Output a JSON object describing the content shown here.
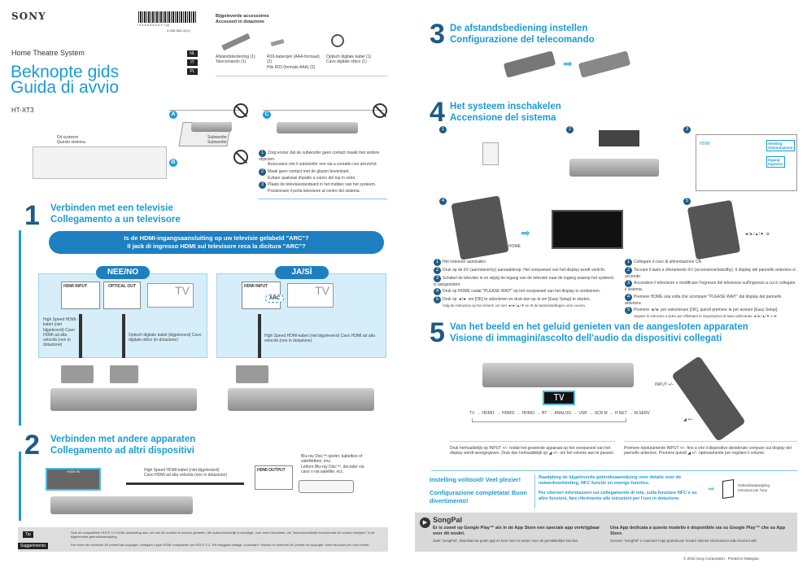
{
  "header": {
    "brand": "SONY",
    "barcode_number": "* 4 5 5 8 5 6 3 4 1 * (1)",
    "part_number": "4-558-563-41(1)",
    "product_type": "Home Theatre System",
    "title_nl": "Beknopte gids",
    "title_it": "Guida di avvio",
    "model": "HT-XT3",
    "languages": [
      "NL",
      "IT",
      "PL"
    ]
  },
  "accessories": {
    "title_nl": "Bijgeleverde accessoires",
    "title_it": "Accessori in dotazione",
    "items": [
      {
        "nl": "Afstandsbediening (1)",
        "it": "Telecomando (1)"
      },
      {
        "nl": "R03-batterijen (AAA-formaat) (2)",
        "it": "Pile R03 (formato AAA) (2)"
      },
      {
        "nl": "Optisch digitale kabel (1)",
        "it": "Cavo digitale ottico (1)"
      }
    ]
  },
  "placement": {
    "label_a": "A",
    "label_b": "B",
    "label_c": "C",
    "system_label": "Dit systeem\nQuesto sistema",
    "subwoofer_label": "Subwoofer\nSubwoofer",
    "notes": [
      {
        "nl": "Zorg ervoor dat de subwoofer geen contact maakt met andere objecten.",
        "it": "Assicurarsi che il subwoofer non sia a contatto con alcunché."
      },
      {
        "nl": "Maak geen contact met de glazen bovenkant.",
        "it": "Evitare qualsiasi impatto a carico del top in vetro."
      },
      {
        "nl": "Plaats de televisiestandaard in het midden van het systeem.",
        "it": "Posizionare il porta televisore al centro del sistema."
      }
    ]
  },
  "section1": {
    "number": "1",
    "title_nl": "Verbinden met een televisie",
    "title_it": "Collegamento a un televisore",
    "question_nl": "Is de HDMI-ingangsaansluiting op uw televisie gelabeld \"ARC\"?",
    "question_it": "Il jack di ingresso HDMI sul televisore reca la dicitura \"ARC\"?",
    "no_label": "NEE/NO",
    "yes_label": "JA/SÌ",
    "hdmi_input": "HDMI INPUT",
    "optical_out": "OPTICAL OUT",
    "tv": "TV",
    "arc": "ARC",
    "hdmi_cable": "High Speed HDMI-kabel (niet bijgeleverd) Cavo HDMI ad alta velocità (non in dotazione)",
    "optical_cable": "Optisch digitale kabel (bijgeleverd) Cavo digitale ottico (in dotazione)"
  },
  "section2": {
    "number": "2",
    "title_nl": "Verbinden met andere apparaten",
    "title_it": "Collegamento ad altri dispositivi",
    "hdmi_cable": "High Speed HDMI-kabel (niet bijgeleverd)\nCavo HDMI ad alta velocità (non in dotazione)",
    "hdmi_output": "HDMI OUTPUT",
    "device_label": "Blu-ray Disc™-speler, kabelbox of satellietbox, enz.\nLettore Blu-ray Disc™, decoder via cavo o via satellite, ecc.",
    "hdmi_in": "HDMI IN"
  },
  "tip": {
    "tip_label": "Tip",
    "tip_text": "Sluit de compatibele HDCP 2.2 HDMI-aansluiting aan, om van 4K-content te kunnen genieten, die auteursrechtelijk is beveiligd. Voor meer informatie, zie \"Auteursrechtelijk beschermde 4K-content bekijken\" in de bijgeleverde gebruiksaanwijzing.",
    "sugg_label": "Suggerimento",
    "sugg_text": "Per fruire dei contenuti 4K protetti da copyright, collegare il jack HDMI compatibile con HDCP 2.2. Per maggiori dettagli, consultare \"Visione di contenuti 4K protetti da copyright\" nelle istruzioni per l'uso fornite."
  },
  "section3": {
    "number": "3",
    "title_nl": "De afstandsbediening instellen",
    "title_it": "Configurazione del telecomando"
  },
  "section4": {
    "number": "4",
    "title_nl": "Het systeem inschakelen",
    "title_it": "Accensione del sistema",
    "step_numbers": [
      "1",
      "2",
      "3",
      "4",
      "5"
    ],
    "hdmi": "HDMI",
    "power_label": "Voeding\nAlimentazione",
    "input_label": "Ingang\nIngresso",
    "home_label": "HOME",
    "arrows_label": "◄/►/▲/▼, ⊕",
    "steps_nl": [
      "Het netsnoer aansluiten.",
      "Druk op de I/⏻ (aan/stand-by) aanraakknop. Het voorpaneel van het display wordt verlicht.",
      "Schakel de televisie in en wijzig de ingang van de televisie naar de ingang waarop het systeem is aangesloten.",
      "Druk op HOME nadat \"PLEASE WAIT\" op het voorpaneel van het display is verdwenen.",
      "Druk op ◄/► om [OK] te selecteren en druk dan op ⊕ om [Easy Setup] te starten."
    ],
    "step5_note_nl": "Volg de instructies op het scherm om met ◄/►/▲/▼ en ⊕ de basisinstellingen uit te voeren.",
    "steps_it": [
      "Collegare il cavo di alimentazione CA.",
      "Toccare il tasto a sfioramento I/⏻ (accensione/standby). Il display del pannello anteriore si accende.",
      "Accendere il televisore e modificare l'ingresso del televisore sull'ingresso a cui è collegato il sistema.",
      "Premere HOME una volta che scompare \"PLEASE WAIT\" dal display del pannello anteriore.",
      "Premere ◄/► per selezionare [OK], quindi premere ⊕ per avviare [Easy Setup]."
    ],
    "step5_note_it": "Seguire le istruzioni a video per effettuare le impostazioni di base utilizzando ◄/►/▲/▼ e ⊕."
  },
  "section5": {
    "number": "5",
    "title_nl": "Van het beeld en het geluid genieten van de aangesloten apparaten",
    "title_it": "Visione di immagini/ascolto dell'audio da dispositivi collegati",
    "display": "TV",
    "input_label": "INPUT +/−",
    "volume_label": "◢ +/−",
    "input_chain": [
      "TV",
      "HDMI1",
      "HDMI2",
      "HDMI3",
      "BT",
      "ANALOG",
      "USB",
      "SCR M",
      "H.NET",
      "M.SERV"
    ],
    "text_nl": "Druk herhaaldelijk op INPUT +/− totdat het gewenste apparaat op het voorpaneel van het display wordt weergegeven. Druk dan herhaaldelijk op ◢ +/− om het volume aan te passen.",
    "text_it": "Premere ripetutamente INPUT +/− fino a che il dispositivo desiderato compare sul display del pannello anteriore. Premere quindi ◢ +/− ripetutamente per regolare il volume."
  },
  "completion": {
    "done_nl": "Instelling voltooid! Veel plezier!",
    "done_it": "Configurazione completata! Buon divertimento!",
    "info_nl": "Raadpleeg de bijgeleverde gebruiksaanwijzing voor details over de netwerkverbinding, NFC-functie en overige functies.",
    "info_it": "Per ulteriori informazioni sul collegamento di rete, sulla funzione NFC e su altre funzioni, fare riferimento alle istruzioni per l'uso in dotazione.",
    "manual_label": "Gebruiksaanwijzing\nIstruzioni per l'uso"
  },
  "songpal": {
    "title": "SongPal",
    "head_nl": "Er is zowel op Google Play™ als in de App Store een speciale app verkrijgbaar voor dit model.",
    "body_nl": "Zoek \"SongPal\", download de gratis app en kom meer te weten over de gemakkelijke functies.",
    "head_it": "Una App dedicata a questo modello è disponibile sia su Google Play™ che su App Store.",
    "body_it": "Cercare \"SongPal\" e scaricare l'App gratuita per trovare ulteriori informazioni sulle funzioni utili."
  },
  "footer": {
    "copyright": "© 2015 Sony Corporation   Printed in Malaysia"
  }
}
